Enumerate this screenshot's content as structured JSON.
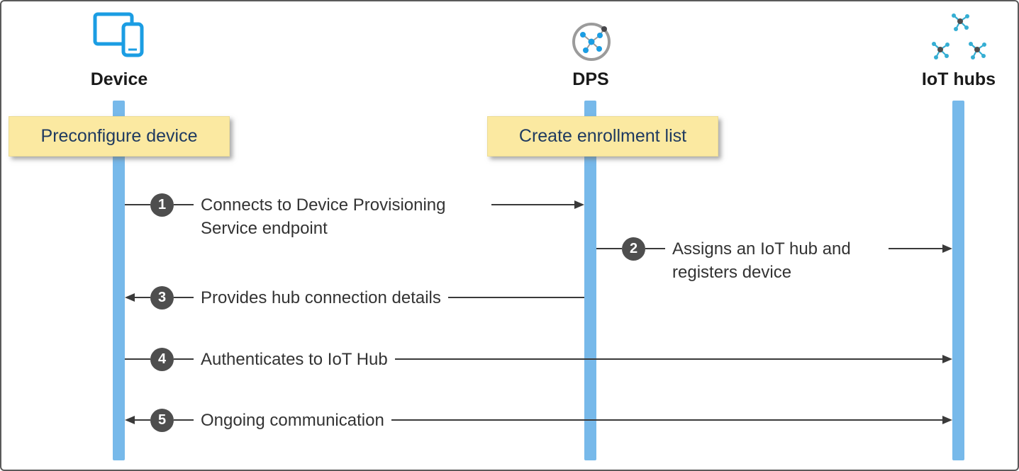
{
  "actors": {
    "device": {
      "label": "Device",
      "icon": "device-icon"
    },
    "dps": {
      "label": "DPS",
      "icon": "dps-icon"
    },
    "iot_hubs": {
      "label": "IoT hubs",
      "icon": "iot-hubs-icon"
    }
  },
  "notes": {
    "device_note": "Preconfigure device",
    "dps_note": "Create enrollment list"
  },
  "steps": [
    {
      "num": "1",
      "label": "Connects to Device Provisioning Service endpoint",
      "from": "Device",
      "to": "DPS",
      "arrow": "right"
    },
    {
      "num": "2",
      "label": "Assigns an IoT hub and registers device",
      "from": "DPS",
      "to": "IoT hubs",
      "arrow": "right"
    },
    {
      "num": "3",
      "label": "Provides hub connection details",
      "from": "DPS",
      "to": "Device",
      "arrow": "left"
    },
    {
      "num": "4",
      "label": "Authenticates to IoT Hub",
      "from": "Device",
      "to": "IoT hubs",
      "arrow": "right"
    },
    {
      "num": "5",
      "label": "Ongoing communication",
      "from": "Device",
      "to": "IoT hubs",
      "arrow": "both"
    }
  ],
  "colors": {
    "lifeline_blue": "#77b9ea",
    "note_yellow": "#fbe9a1",
    "note_text_blue": "#1f3a60",
    "step_circle_gray": "#4e4e4e",
    "line_dark": "#3a3a3a",
    "icon_blue": "#1b9de3",
    "icon_cyan": "#35aed3"
  }
}
